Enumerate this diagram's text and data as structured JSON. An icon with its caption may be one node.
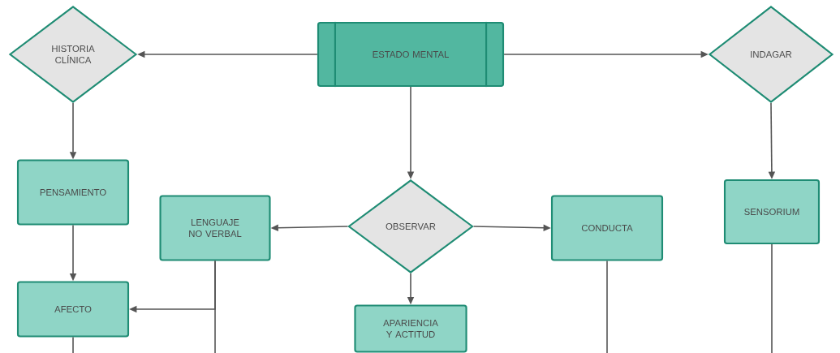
{
  "diagram": {
    "nodes": [
      {
        "text": [
          "HISTORIA CLÍNICA"
        ]
      },
      {
        "text": [
          "ESTADO MENTAL"
        ]
      },
      {
        "text": [
          "INDAGAR"
        ]
      },
      {
        "text": [
          "PENSAMIENTO"
        ]
      },
      {
        "text": [
          "SENSORIUM"
        ]
      },
      {
        "text": [
          "LENGUAJE NO VERBAL"
        ]
      },
      {
        "text": [
          "OBSERVAR"
        ]
      },
      {
        "text": [
          "CONDUCTA"
        ]
      },
      {
        "text": [
          "AFECTO"
        ]
      },
      {
        "text": [
          "APARIENCIA Y ACTITUD"
        ]
      }
    ],
    "edges": [
      {
        "from": 1,
        "to": 0,
        "arrow": "to"
      },
      {
        "from": 1,
        "to": 2,
        "arrow": "to"
      },
      {
        "from": 1,
        "to": 6,
        "arrow": "to"
      },
      {
        "from": 0,
        "to": 3,
        "arrow": "to"
      },
      {
        "from": 2,
        "to": 4,
        "arrow": "to"
      },
      {
        "from": 6,
        "to": 5,
        "arrow": "to"
      },
      {
        "from": 6,
        "to": 7,
        "arrow": "to"
      },
      {
        "from": 6,
        "to": 9,
        "arrow": "to"
      },
      {
        "from": 3,
        "to": 8,
        "arrow": "to"
      },
      {
        "from": 5,
        "to": 8,
        "arrow": "to"
      },
      {
        "from": 5,
        "to": null,
        "arrow": "none"
      },
      {
        "from": 8,
        "to": null,
        "arrow": "none"
      },
      {
        "from": 7,
        "to": null,
        "arrow": "none"
      },
      {
        "from": 4,
        "to": null,
        "arrow": "none"
      }
    ]
  }
}
